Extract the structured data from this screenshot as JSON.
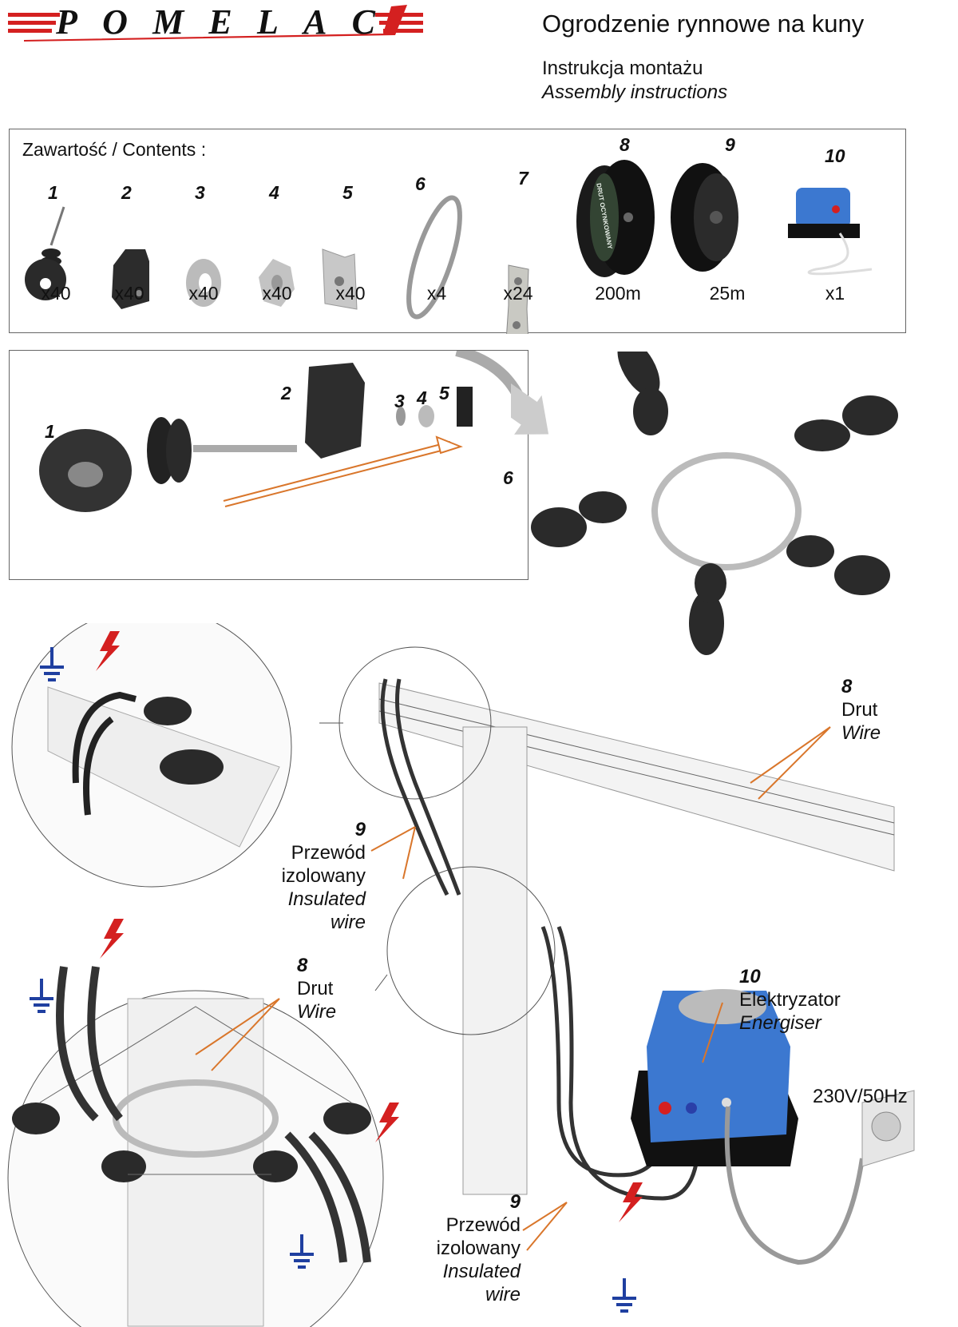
{
  "header": {
    "logo": "POMELAC",
    "title": "Ogrodzenie rynnowe na kuny",
    "subtitle_pl": "Instrukcja montażu",
    "subtitle_en": "Assembly instructions"
  },
  "contents": {
    "label": "Zawartość / Contents :",
    "items": [
      {
        "num": "1",
        "qty": "x40",
        "name": "insulator"
      },
      {
        "num": "2",
        "qty": "x40",
        "name": "bracket"
      },
      {
        "num": "3",
        "qty": "x40",
        "name": "washer"
      },
      {
        "num": "4",
        "qty": "x40",
        "name": "nut"
      },
      {
        "num": "5",
        "qty": "x40",
        "name": "clip"
      },
      {
        "num": "6",
        "qty": "x4",
        "name": "clamp"
      },
      {
        "num": "7",
        "qty": "x24",
        "name": "connector"
      },
      {
        "num": "8",
        "qty": "200m",
        "name": "wire-reel"
      },
      {
        "num": "9",
        "qty": "25m",
        "name": "insulated-wire-reel"
      },
      {
        "num": "10",
        "qty": "x1",
        "name": "energiser"
      }
    ],
    "reel_text": "DRUT OCYNKOWANY"
  },
  "assembly": {
    "nums": [
      "1",
      "2",
      "3",
      "4",
      "5",
      "6"
    ]
  },
  "diagram": {
    "wire_top": {
      "num": "8",
      "pl": "Drut",
      "en": "Wire"
    },
    "insulated_top": {
      "num": "9",
      "pl1": "Przewód",
      "pl2": "izolowany",
      "en1": "Insulated",
      "en2": "wire"
    },
    "wire_circle": {
      "num": "8",
      "pl": "Drut",
      "en": "Wire"
    },
    "energiser": {
      "num": "10",
      "pl": "Elektryzator",
      "en": "Energiser"
    },
    "power": "230V/50Hz",
    "insulated_bottom": {
      "num": "9",
      "pl1": "Przewód",
      "pl2": "izolowany",
      "en1": "Insulated",
      "en2": "wire"
    }
  },
  "colors": {
    "brand_red": "#d42020",
    "ground_blue": "#1f3fa0",
    "leader_orange": "#d9762b",
    "energiser_blue": "#3c78d0"
  }
}
